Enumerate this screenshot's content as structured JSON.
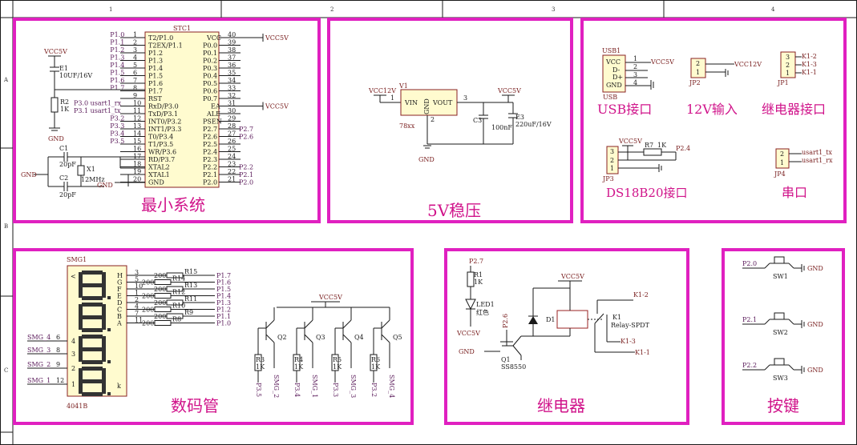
{
  "grid": {
    "cols": [
      "1",
      "2",
      "3",
      "4"
    ],
    "rows": [
      "A",
      "B",
      "C"
    ]
  },
  "titles": {
    "min_system": "最小系统",
    "regulator": "5V稳压",
    "usb": "USB接口",
    "input12": "12V输入",
    "relay_if": "继电器接口",
    "ds18b20": "DS18B20接口",
    "serial": "串口",
    "digit": "数码管",
    "relay": "继电器",
    "keys": "按键"
  },
  "mcu": {
    "ref": "STC1",
    "left_pins": [
      {
        "n": "1",
        "name": "T2/P1.0",
        "net": "P1.0"
      },
      {
        "n": "2",
        "name": "T2EX/P1.1",
        "net": "P1.1"
      },
      {
        "n": "3",
        "name": "P1.2",
        "net": "P1.2"
      },
      {
        "n": "4",
        "name": "P1.3",
        "net": "P1.3"
      },
      {
        "n": "5",
        "name": "P1.4",
        "net": "P1.4"
      },
      {
        "n": "6",
        "name": "P1.5",
        "net": "P1.5"
      },
      {
        "n": "7",
        "name": "P1.6",
        "net": "P1.6"
      },
      {
        "n": "8",
        "name": "P1.7",
        "net": "P1.7"
      },
      {
        "n": "9",
        "name": "RST",
        "net": ""
      },
      {
        "n": "10",
        "name": "RxD/P3.0",
        "net": "P3.0 usart1_rx"
      },
      {
        "n": "11",
        "name": "TxD/P3.1",
        "net": "P3.1 usart1_tx"
      },
      {
        "n": "12",
        "name": "INT0/P3.2",
        "net": "P3.2"
      },
      {
        "n": "13",
        "name": "INT1/P3.3",
        "net": "P3.3"
      },
      {
        "n": "14",
        "name": "T0/P3.4",
        "net": "P3.4"
      },
      {
        "n": "15",
        "name": "T1/P3.5",
        "net": "P3.5"
      },
      {
        "n": "16",
        "name": "WR/P3.6",
        "net": ""
      },
      {
        "n": "17",
        "name": "RD/P3.7",
        "net": ""
      },
      {
        "n": "18",
        "name": "XTAL2",
        "net": ""
      },
      {
        "n": "19",
        "name": "XTAL1",
        "net": ""
      },
      {
        "n": "20",
        "name": "GND",
        "net": ""
      }
    ],
    "right_pins": [
      {
        "n": "40",
        "name": "VCC",
        "net": "VCC5V"
      },
      {
        "n": "39",
        "name": "P0.0",
        "net": ""
      },
      {
        "n": "38",
        "name": "P0.1",
        "net": ""
      },
      {
        "n": "37",
        "name": "P0.2",
        "net": ""
      },
      {
        "n": "36",
        "name": "P0.3",
        "net": ""
      },
      {
        "n": "35",
        "name": "P0.4",
        "net": ""
      },
      {
        "n": "34",
        "name": "P0.5",
        "net": ""
      },
      {
        "n": "33",
        "name": "P0.6",
        "net": ""
      },
      {
        "n": "32",
        "name": "P0.7",
        "net": ""
      },
      {
        "n": "31",
        "name": "EA",
        "net": "VCC5V"
      },
      {
        "n": "30",
        "name": "ALE",
        "net": ""
      },
      {
        "n": "29",
        "name": "PSEN",
        "net": ""
      },
      {
        "n": "28",
        "name": "P2.7",
        "net": "P2.7"
      },
      {
        "n": "27",
        "name": "P2.6",
        "net": "P2.6"
      },
      {
        "n": "26",
        "name": "P2.5",
        "net": ""
      },
      {
        "n": "25",
        "name": "P2.4",
        "net": ""
      },
      {
        "n": "24",
        "name": "P2.3",
        "net": ""
      },
      {
        "n": "23",
        "name": "P2.2",
        "net": "P2.2"
      },
      {
        "n": "22",
        "name": "P2.1",
        "net": "P2.1"
      },
      {
        "n": "21",
        "name": "P2.0",
        "net": "P2.0"
      }
    ]
  },
  "min_sys": {
    "vcc": "VCC5V",
    "e1": "E1",
    "e1_val": "10UF/16V",
    "r2": "R2",
    "r2_val": "1K",
    "gnd": "GND",
    "c1": "C1",
    "c1_val": "20pF",
    "c2": "C2",
    "c2_val": "20pF",
    "x1": "X1",
    "x1_val": "12MHz",
    "gnd_l": "GND",
    "gnd_x": "GND"
  },
  "reg": {
    "vcc12": "VCC12V",
    "v1": "V1",
    "pin1": "1",
    "vin": "VIN",
    "vout": "VOUT",
    "gnd_pin": "GND",
    "pin2": "2",
    "pin3": "3",
    "part": "78xx",
    "vcc5": "VCC5V",
    "c3": "C3",
    "c3_val": "100nF",
    "e3": "E3",
    "e3_val": "220uF/16V",
    "gnd": "GND"
  },
  "usb": {
    "ref": "USB1",
    "part": "USB",
    "pins": [
      "VCC",
      "D-",
      "D+",
      "GND"
    ],
    "nums": [
      "1",
      "2",
      "3",
      "4"
    ],
    "net": "VCC5V"
  },
  "jp2": {
    "ref": "JP2",
    "nums": [
      "2",
      "1"
    ],
    "net": "VCC12V"
  },
  "jp1": {
    "ref": "JP1",
    "nums": [
      "3",
      "2",
      "1"
    ],
    "nets": [
      "K1-2",
      "K1-3",
      "K1-1"
    ]
  },
  "jp3": {
    "ref": "JP3",
    "nums": [
      "3",
      "2",
      "1"
    ],
    "vcc": "VCC5V",
    "r7": "R7",
    "r7_val": "1K",
    "net": "P2.4"
  },
  "jp4": {
    "ref": "JP4",
    "nums": [
      "2",
      "1"
    ],
    "nets": [
      "usart1_tx",
      "usart1_rx"
    ]
  },
  "smg": {
    "ref": "SMG1",
    "part": "4041B",
    "seg_labels": [
      "H",
      "G",
      "F",
      "E",
      "D",
      "C",
      "B",
      "A"
    ],
    "seg_pins": [
      "3",
      "5",
      "10",
      "1",
      "2",
      "4",
      "7",
      "11"
    ],
    "resistors": [
      {
        "ref": "R15",
        "val": "200",
        "net": "P1.7"
      },
      {
        "ref": "R14",
        "val": "200",
        "net": "P1.6"
      },
      {
        "ref": "R13",
        "val": "200",
        "net": "P1.5"
      },
      {
        "ref": "R12",
        "val": "200",
        "net": "P1.4"
      },
      {
        "ref": "R11",
        "val": "200",
        "net": "P1.3"
      },
      {
        "ref": "R10",
        "val": "200",
        "net": "P1.2"
      },
      {
        "ref": "R9",
        "val": "200",
        "net": "P1.1"
      },
      {
        "ref": "R8",
        "val": "200",
        "net": "P1.0"
      }
    ],
    "com": [
      {
        "net": "SMG_4",
        "pin": "6",
        "num": "4"
      },
      {
        "net": "SMG_3",
        "pin": "8",
        "num": "3"
      },
      {
        "net": "SMG_2",
        "pin": "9",
        "num": "2"
      },
      {
        "net": "SMG_1",
        "pin": "12",
        "num": "1"
      }
    ],
    "left_mark": "<",
    "right_mark": "k",
    "vcc": "VCC5V",
    "transistors": [
      {
        "q": "Q2",
        "r": "R3",
        "rv": "1K",
        "base": "P3.5",
        "col": "SMG_2"
      },
      {
        "q": "Q3",
        "r": "R4",
        "rv": "1K",
        "base": "P3.4",
        "col": "SMG_1"
      },
      {
        "q": "Q4",
        "r": "R5",
        "rv": "1K",
        "base": "P3.3",
        "col": "SMG_3"
      },
      {
        "q": "Q5",
        "r": "R6",
        "rv": "1K",
        "base": "P3.2",
        "col": "SMG_4"
      }
    ]
  },
  "relay": {
    "p27": "P2.7",
    "r1": "R1",
    "r1_val": "1K",
    "led": "LED1",
    "led_color": "红色",
    "vcc_led": "VCC5V",
    "p26": "P2.6",
    "gnd": "GND",
    "q1": "Q1",
    "q1_part": "SS8550",
    "vcc": "VCC5V",
    "d1": "D1",
    "k1": "K1",
    "k1_part": "Relay-SPDT",
    "k12": "K1-2",
    "k13": "K1-3",
    "k11": "K1-1"
  },
  "keys": [
    {
      "net": "P2.0",
      "ref": "SW1",
      "gnd": "GND"
    },
    {
      "net": "P2.1",
      "ref": "SW2",
      "gnd": "GND"
    },
    {
      "net": "P2.2",
      "ref": "SW3",
      "gnd": "GND"
    }
  ]
}
